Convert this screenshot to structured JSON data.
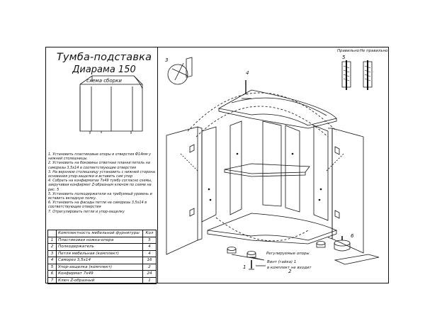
{
  "sheet": {
    "title": "Тумба-подставка",
    "subtitle": "Диарама 150",
    "caption": "схема сборки"
  },
  "instructions": [
    "1. Установить пластиковые опоры в отверстия Ф14мм у нижней столешницы.",
    "2. Установить на боковины ответные планки петель на саморезы 3,5х14 в соответствующие отверстия",
    "3. На верхнюю столешницу установить с нижней стороны основания упор-защелки и вставить сам упор",
    "4. Собрать на конфирматах 7х49 тумбу согласно схемы, закручивая конфирмат Z-образным ключом по схеме на рис. 5",
    "5. Установить полкодержатели на требуемый уровень и вставить вкладную полку.",
    "6. Установить на фасады петли на саморезы 3,5х14 в соответствующие отверстия",
    "7. Отрегулировать петли и упор-защелку"
  ],
  "parts_table": {
    "header": [
      "",
      "Комплектность мебельной фурнитуры",
      "Кол"
    ],
    "rows": [
      [
        "1",
        "Пластиковая ножка-опора",
        "5"
      ],
      [
        "2",
        "Полкодержатель",
        "4"
      ],
      [
        "3",
        "Петля мебельная (комплект)",
        "4"
      ],
      [
        "4",
        "Саморез 3,5х14",
        "16"
      ],
      [
        "5",
        "Упор-защелка (комплект)",
        "2"
      ],
      [
        "6",
        "Конфирмат 7х49",
        "24"
      ],
      [
        "7",
        "Ключ Z-образный",
        "1"
      ]
    ]
  },
  "callouts": {
    "correct": "Правильно",
    "wrong": "Не правильно",
    "adjustable_feet": "Регулируемые опоры",
    "screw_note_1": "Винт (гайка) 1",
    "screw_note_2": "в комплект не входит"
  },
  "figure_numbers": [
    "3",
    "4",
    "5",
    "1",
    "2",
    "6"
  ]
}
